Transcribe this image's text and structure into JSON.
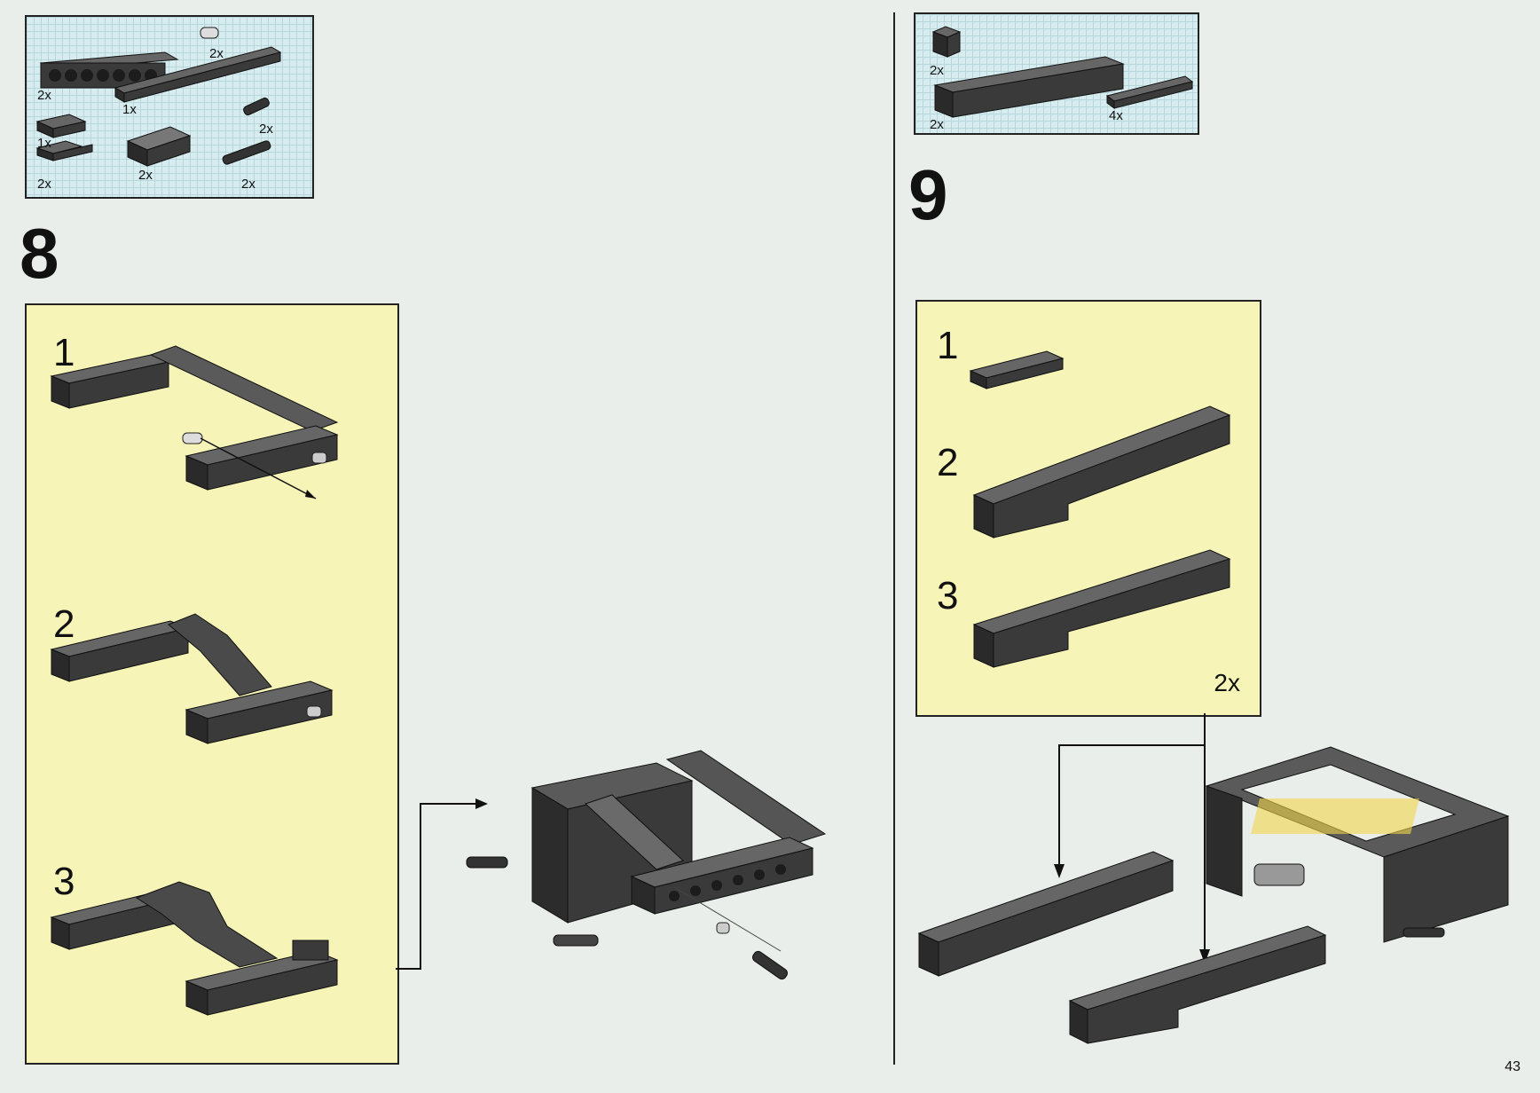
{
  "step8": {
    "number": "8",
    "parts": [
      {
        "qty": "2x"
      },
      {
        "qty": "2x"
      },
      {
        "qty": "1x"
      },
      {
        "qty": "1x"
      },
      {
        "qty": "2x"
      },
      {
        "qty": "2x"
      },
      {
        "qty": "2x"
      },
      {
        "qty": "2x"
      }
    ],
    "substeps": [
      "1",
      "2",
      "3"
    ]
  },
  "step9": {
    "number": "9",
    "parts": [
      {
        "qty": "2x"
      },
      {
        "qty": "2x"
      },
      {
        "qty": "4x"
      }
    ],
    "substeps": [
      "1",
      "2",
      "3"
    ],
    "multiplier": "2x"
  },
  "page_number": "43",
  "colors": {
    "page_bg": "#e9eeea",
    "parts_bg": "#d7ecef",
    "panel_bg": "#f7f4b8",
    "brick": "#3a3a3a"
  }
}
